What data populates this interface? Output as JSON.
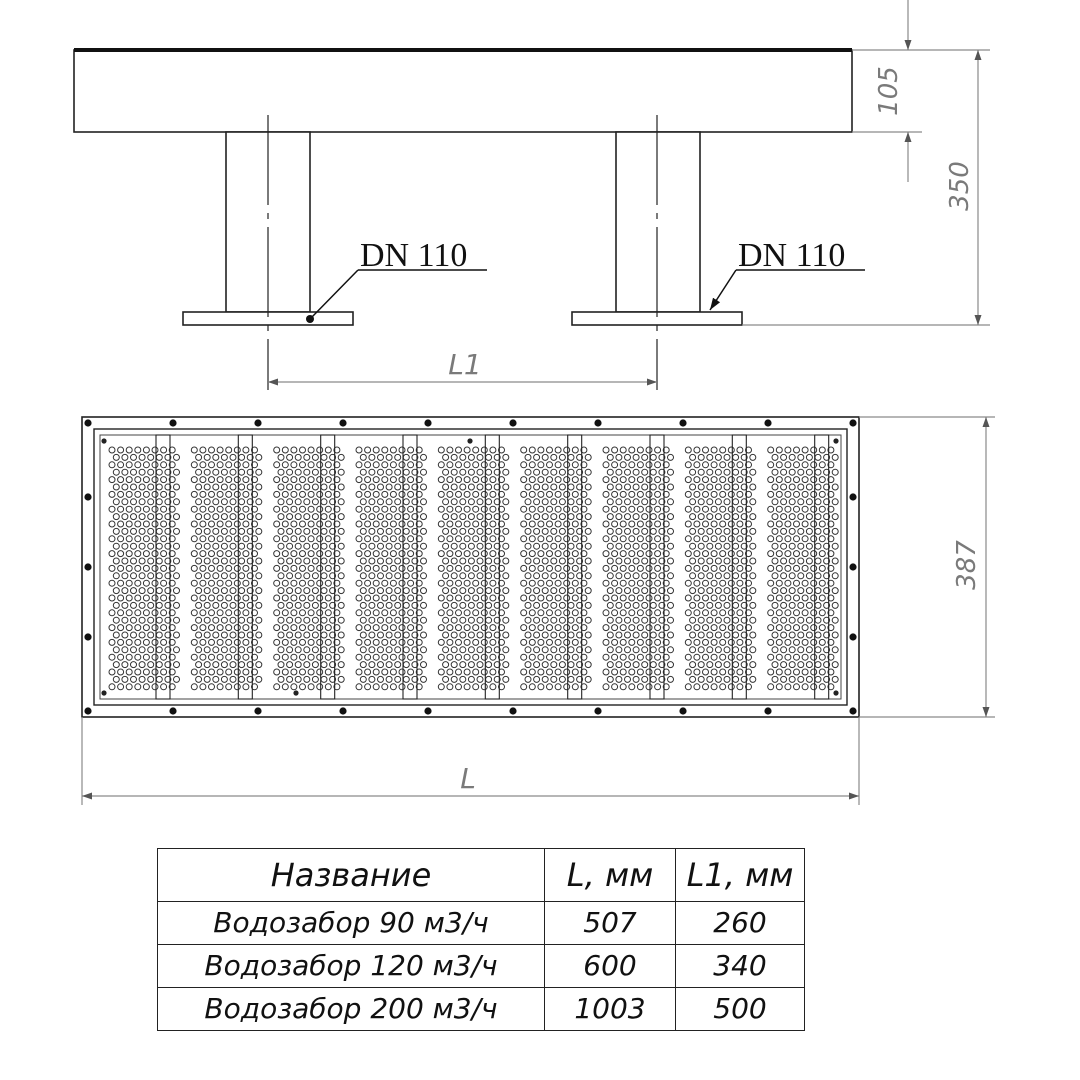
{
  "callouts": {
    "left_pipe": "DN 110",
    "right_pipe": "DN 110"
  },
  "dimensions": {
    "plate_thickness": "105",
    "total_height": "350",
    "pipe_spacing": "L1",
    "grille_height": "387",
    "total_length": "L"
  },
  "grille": {
    "panel_count": 9
  },
  "table": {
    "headers": [
      "Название",
      "L, мм",
      "L1, мм"
    ],
    "rows": [
      [
        "Водозабор 90 м3/ч",
        "507",
        "260"
      ],
      [
        "Водозабор 120 м3/ч",
        "600",
        "340"
      ],
      [
        "Водозабор 200 м3/ч",
        "1003",
        "500"
      ]
    ]
  },
  "colors": {
    "line": "#222222",
    "dimension": "#8a8a8a",
    "text": "#111111"
  }
}
